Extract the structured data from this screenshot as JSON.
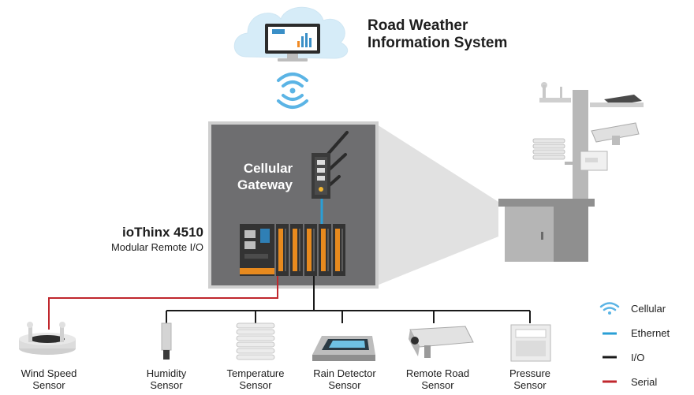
{
  "title": {
    "line1": "Road Weather",
    "line2": "Information System"
  },
  "gateway": {
    "line1": "Cellular",
    "line2": "Gateway"
  },
  "device": {
    "name": "ioThinx 4510",
    "subtitle": "Modular Remote I/O"
  },
  "sensors": [
    {
      "line1": "Wind Speed",
      "line2": "Sensor",
      "icon": "anemometer-icon",
      "link": "Serial"
    },
    {
      "line1": "Humidity",
      "line2": "Sensor",
      "icon": "humidity-probe-icon",
      "link": "I/O"
    },
    {
      "line1": "Temperature",
      "line2": "Sensor",
      "icon": "temperature-shield-icon",
      "link": "I/O"
    },
    {
      "line1": "Rain Detector",
      "line2": "Sensor",
      "icon": "rain-detector-icon",
      "link": "I/O"
    },
    {
      "line1": "Remote Road",
      "line2": "Sensor",
      "icon": "road-camera-icon",
      "link": "I/O"
    },
    {
      "line1": "Pressure",
      "line2": "Sensor",
      "icon": "pressure-box-icon",
      "link": "I/O"
    }
  ],
  "legend": [
    {
      "label": "Cellular",
      "color": "#5bb4e5",
      "icon": "wifi-icon"
    },
    {
      "label": "Ethernet",
      "color": "#2a9fd6"
    },
    {
      "label": "I/O",
      "color": "#1a1a1a"
    },
    {
      "label": "Serial",
      "color": "#c0272d"
    }
  ],
  "colors": {
    "io_line": "#1a1a1a",
    "serial_line": "#c0272d",
    "ethernet_line": "#2a9fd6",
    "cellular": "#5bb4e5",
    "cabinet": "#6e6e70"
  }
}
